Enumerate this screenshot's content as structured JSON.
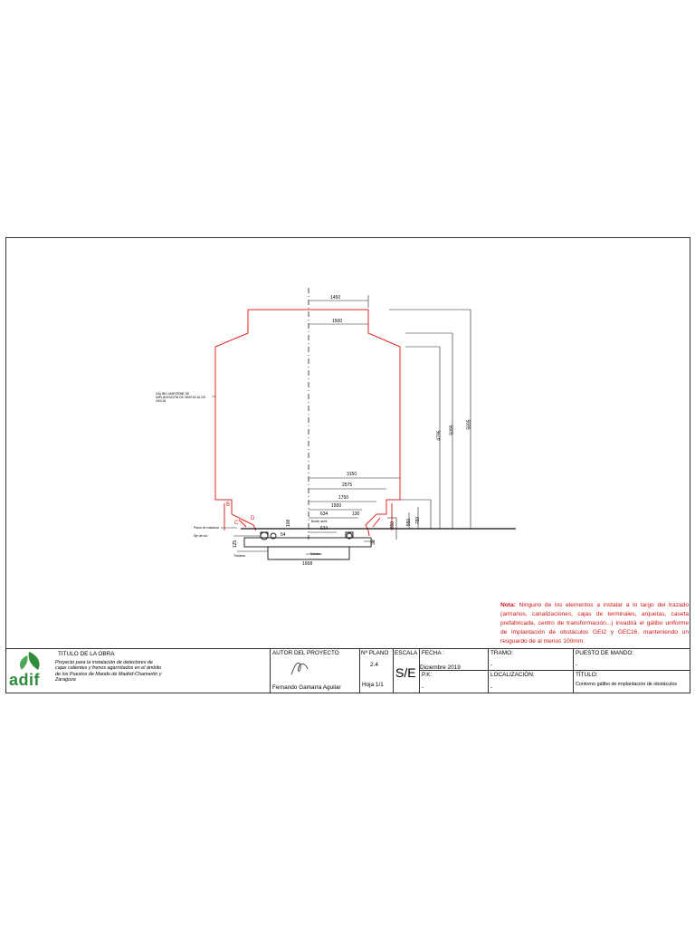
{
  "drawing": {
    "dimensions": {
      "top_outer": "1450",
      "top_inner": "1500",
      "d3150": "3150",
      "d2575": "2575",
      "d1750": "1750",
      "d1500": "1500",
      "d634": "634",
      "d130": "130",
      "d634b": "634",
      "d1668": "1668",
      "v4795": "4795",
      "v5095": "5095",
      "v5695": "5695",
      "v350": "350",
      "v550": "550",
      "v760": "760",
      "v108": "108",
      "v38": "38",
      "v125": "125",
      "v54": "54"
    },
    "letters": {
      "b": "B",
      "c": "C",
      "d": "D"
    },
    "labels": {
      "gauge_left": "GÁLIBO UNIFORME DE IMPLANTACIÓN DE OBSTÁCULOS GEC16",
      "rail_plane": "Plano de rodadura",
      "axis": "Eje de vía",
      "sleeper": "Traviesa",
      "ballast": "Balasto",
      "rail_edge": "Borde carril"
    },
    "colors": {
      "gauge": "#e32424",
      "lines": "#111111"
    }
  },
  "note": {
    "label": "Nota:",
    "text": "Ninguno de los elementos a instalar a lo largo del trazado (armarios, canalizaciones, cajas de terminales, arquetas, caseta prefabricada, centro de transformación...) invadirá el gálibo uniforme de implantación de obstáculos GEI2 y GEC16, manteniendo un resguardo de al menos 100mm."
  },
  "title_block": {
    "work_title_label": "TITULO DE LA OBRA",
    "work_title": "Proyecto para la instalación de detectores de cajas calientes y frenos agarrotados en el ámbito de los Puestos de Mando de Madrid-Chamartín y Zaragoza",
    "logo": "adif",
    "author_label": "AUTOR DEL PROYECTO",
    "author_name": "Fernando Gamarra Aguilar",
    "plan_no_label": "Nº PLANO",
    "plan_no": "2.4",
    "sheet": "Hoja 1/1",
    "scale_label": "ESCALA :",
    "scale": "S/E",
    "date_label": "FECHA :",
    "date": "Diciembre 2019",
    "pk_label": "P.K:",
    "pk_value": "-",
    "section_label": "TRAMO:",
    "section_value": "-",
    "location_label": "LOCALIZACIÓN:",
    "location_value": "-",
    "control_label": "PUESTO DE MANDO:",
    "control_value": "-",
    "title_label": "TÍTULO:",
    "title_value": "Contorno gálibo de implantación de obstáculos"
  }
}
